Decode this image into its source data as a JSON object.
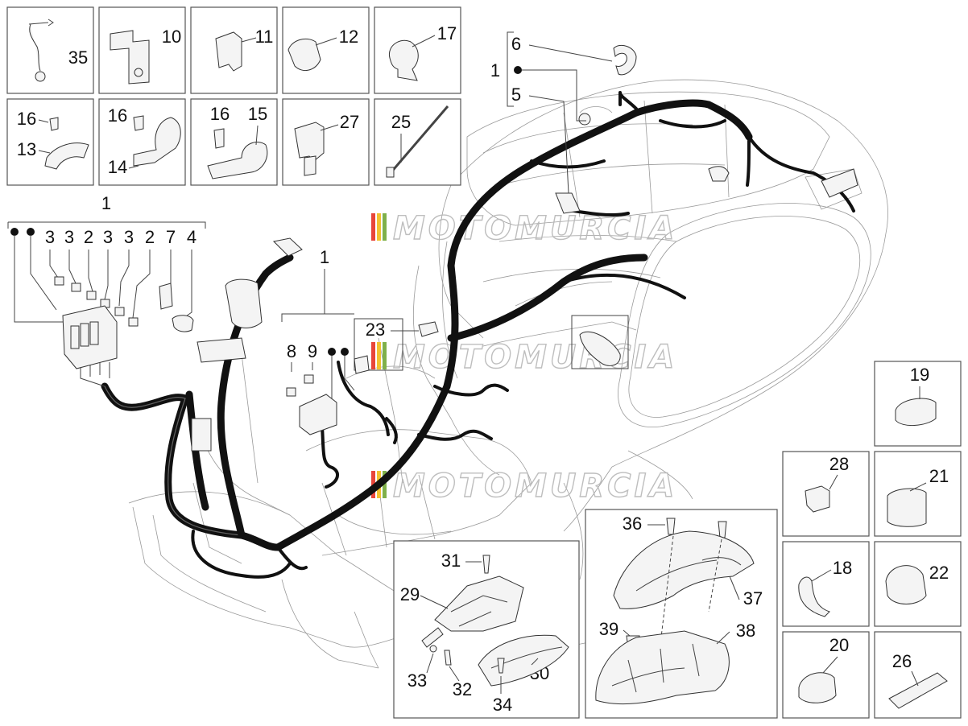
{
  "watermark": {
    "text": "MOTOMURCIA",
    "stripe_colors": [
      "#e8463a",
      "#f2c230",
      "#7fb04a"
    ]
  },
  "top_parts": [
    {
      "id": "box-35",
      "label": "35"
    },
    {
      "id": "box-10",
      "label": "10"
    },
    {
      "id": "box-11",
      "label": "11"
    },
    {
      "id": "box-12",
      "label": "12"
    },
    {
      "id": "box-17",
      "label": "17"
    },
    {
      "id": "box-16-13",
      "labels": [
        "16",
        "13"
      ]
    },
    {
      "id": "box-16-14",
      "labels": [
        "16",
        "14"
      ]
    },
    {
      "id": "box-16-15",
      "labels": [
        "16",
        "15"
      ]
    },
    {
      "id": "box-27",
      "label": "27"
    },
    {
      "id": "box-25",
      "label": "25"
    }
  ],
  "right_parts": [
    {
      "id": "box-19",
      "label": "19"
    },
    {
      "id": "box-28",
      "label": "28"
    },
    {
      "id": "box-21",
      "label": "21"
    },
    {
      "id": "box-18",
      "label": "18"
    },
    {
      "id": "box-22",
      "label": "22"
    },
    {
      "id": "box-20",
      "label": "20"
    },
    {
      "id": "box-26",
      "label": "26"
    }
  ],
  "group_top_right": {
    "labels": [
      "6",
      "1",
      "5"
    ]
  },
  "group_fuses_left": {
    "header": "1",
    "labels": [
      "3",
      "3",
      "2",
      "3",
      "3",
      "2",
      "7",
      "4"
    ]
  },
  "group_fuses_center": {
    "header": "1",
    "labels": [
      "8",
      "9",
      "23"
    ]
  },
  "detail_cover_left": {
    "labels": [
      "31",
      "29",
      "30",
      "33",
      "32",
      "34"
    ]
  },
  "detail_cover_right": {
    "labels": [
      "36",
      "37",
      "39",
      "38"
    ]
  }
}
